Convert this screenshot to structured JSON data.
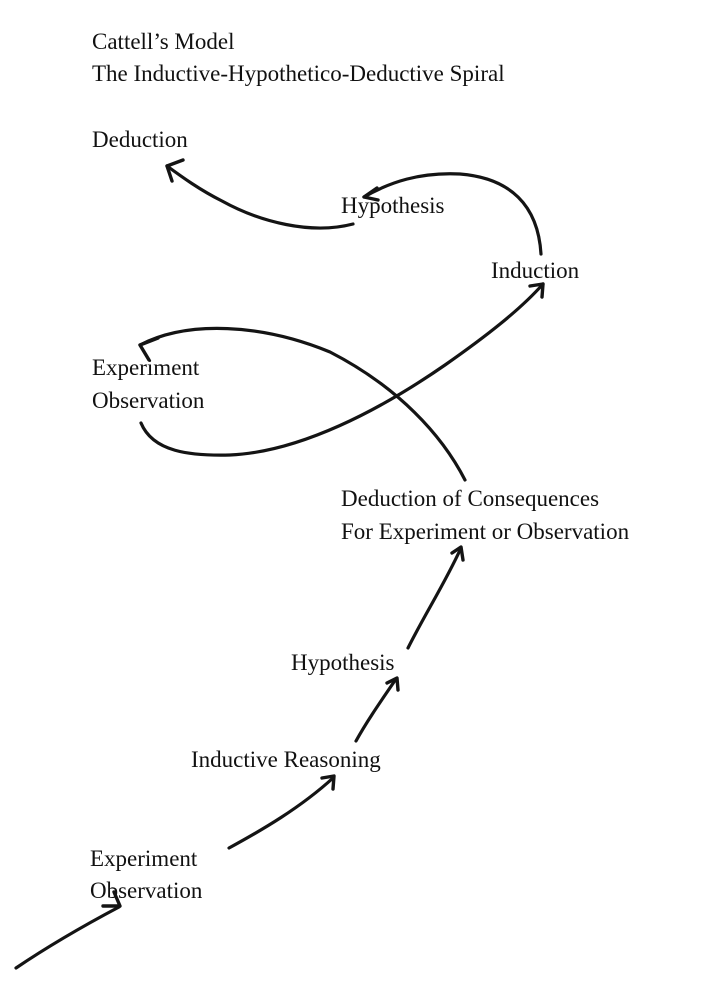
{
  "diagram": {
    "title": "Cattell’s Model",
    "subtitle": "The Inductive-Hypothetico-Deductive Spiral",
    "nodes": {
      "deduction": "Deduction",
      "hypothesis_top": "Hypothesis",
      "induction": "Induction",
      "experiment_upper_line1": "Experiment",
      "experiment_upper_line2": "Observation",
      "consequences_line1": "Deduction of Consequences",
      "consequences_line2": "For Experiment or Observation",
      "hypothesis_mid": "Hypothesis",
      "inductive_reasoning": "Inductive Reasoning",
      "experiment_lower_line1": "Experiment",
      "experiment_lower_line2": "Observation"
    },
    "flow": [
      "start → Experiment Observation (lower)",
      "Experiment Observation (lower) → Inductive Reasoning",
      "Inductive Reasoning → Hypothesis",
      "Hypothesis → Deduction of Consequences For Experiment or Observation",
      "Deduction of Consequences → Experiment Observation (upper)",
      "Experiment Observation (upper) → Induction",
      "Induction → Hypothesis (top)",
      "Hypothesis (top) → Deduction"
    ],
    "stroke_color": "#141414",
    "text_color": "#111111"
  }
}
